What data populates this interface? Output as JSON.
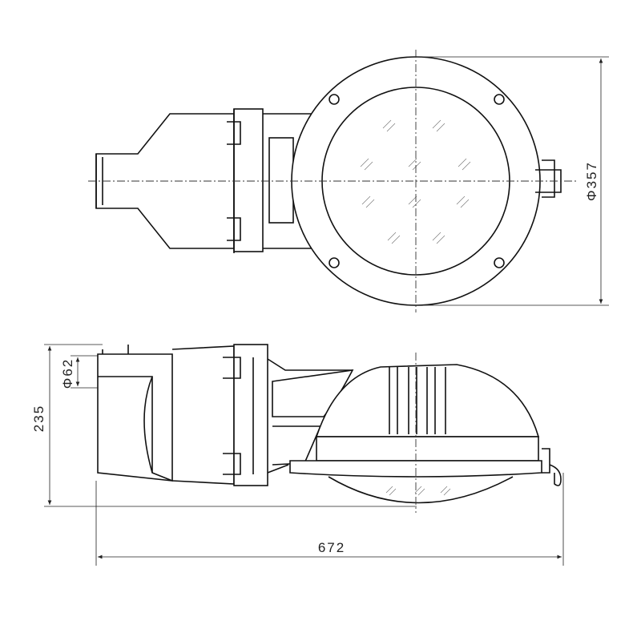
{
  "dimensions": {
    "diameter_head": "Φ357",
    "diameter_neck": "Φ62",
    "height": "235",
    "length": "672"
  },
  "views": [
    "top-view",
    "side-view"
  ],
  "colors": {
    "line": "#111111",
    "background": "#ffffff"
  }
}
